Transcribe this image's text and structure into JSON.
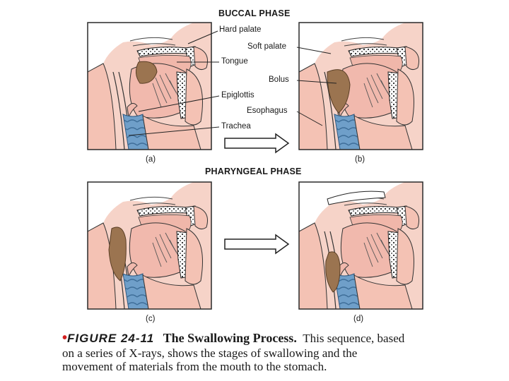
{
  "diagram": {
    "phases": {
      "buccal": "BUCCAL PHASE",
      "pharyngeal": "PHARYNGEAL PHASE"
    },
    "labels": {
      "hard_palate": "Hard palate",
      "tongue": "Tongue",
      "epiglottis": "Epiglottis",
      "trachea": "Trachea",
      "soft_palate": "Soft palate",
      "bolus": "Bolus",
      "esophagus": "Esophagus"
    },
    "panels": [
      "(a)",
      "(b)",
      "(c)",
      "(d)"
    ],
    "colors": {
      "skin": "#f4c2b4",
      "tissue": "#ecaea3",
      "bolus": "#9b7450",
      "trachea": "#6f9fc9",
      "bone": "#ffffff",
      "frame": "#2a2a2a"
    }
  },
  "caption": {
    "bullet": "•",
    "figure_number": "FIGURE 24-11",
    "title": "The Swallowing Process.",
    "text_1": "This sequence, based",
    "text_2": "on a series of X-rays, shows the stages of swallowing and the",
    "text_3": "movement of materials from the mouth to the stomach."
  }
}
